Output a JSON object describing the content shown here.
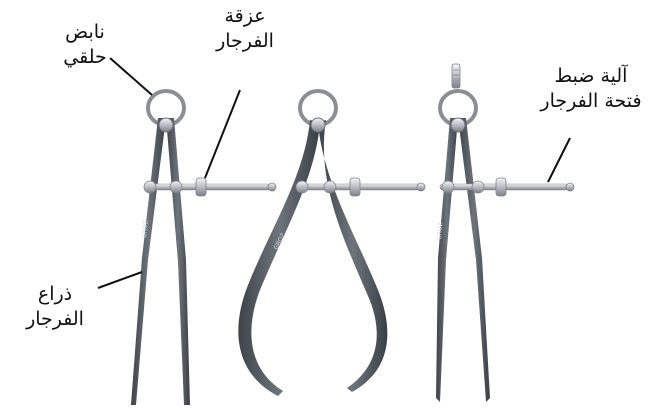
{
  "labels": {
    "ring_spring": {
      "line1": "نابض",
      "line2": "حلقي"
    },
    "hinge": {
      "line1": "عزقة",
      "line2": "الفرجار"
    },
    "adjustment": {
      "line1": "آلية ضبط",
      "line2": "فتحة الفرجار"
    },
    "leg": {
      "line1": "ذراع",
      "line2": "الفرجار"
    }
  },
  "brand_text": "GROZ",
  "colors": {
    "steel_dark": "#4b5058",
    "steel_light": "#7d838b",
    "chrome": "#c9ccd0",
    "line": "#111111",
    "background": "#ffffff"
  }
}
